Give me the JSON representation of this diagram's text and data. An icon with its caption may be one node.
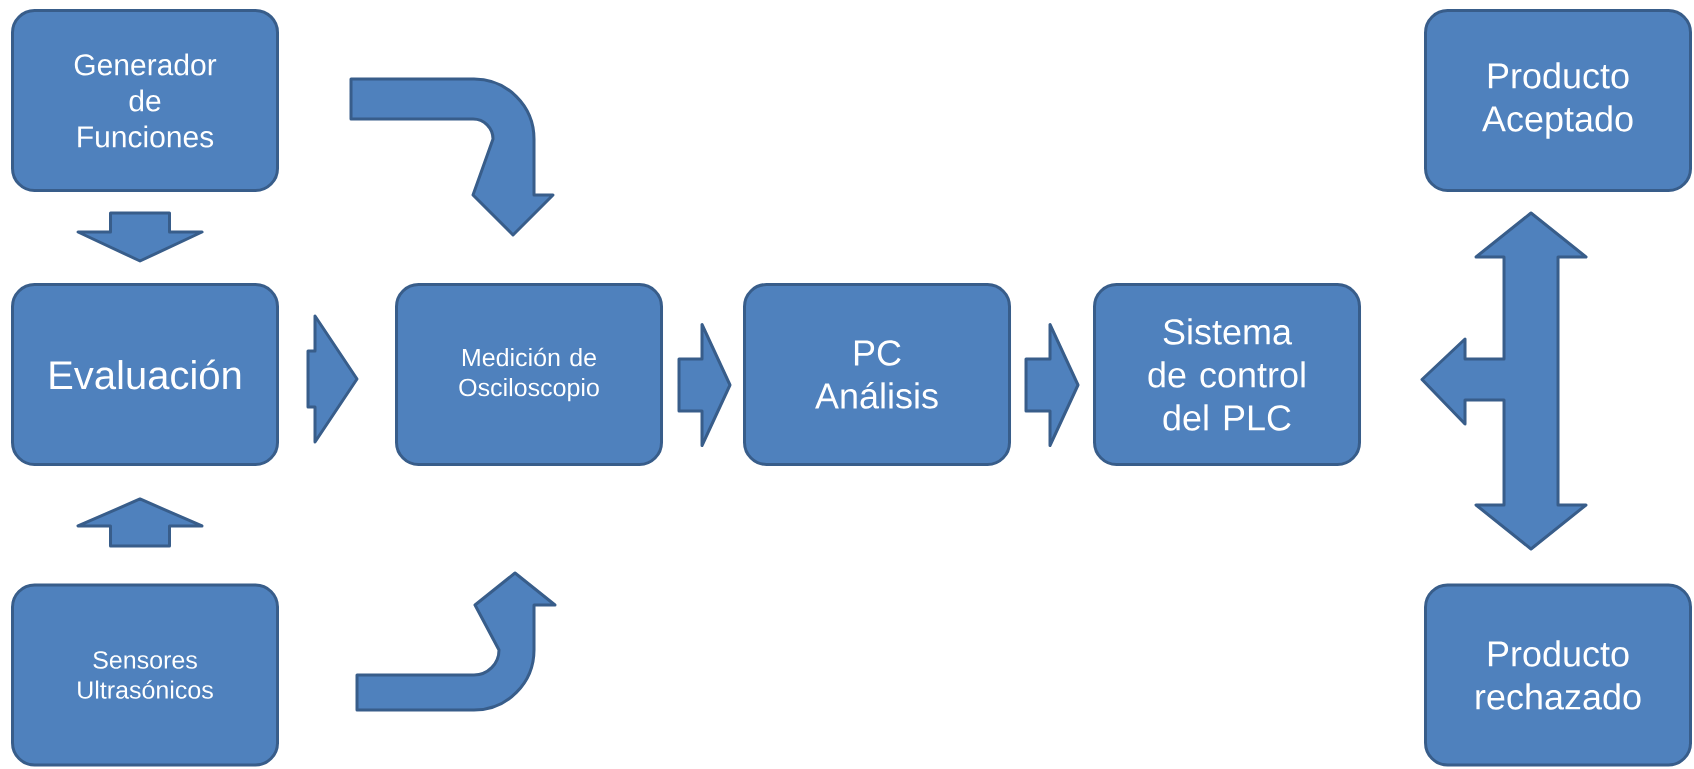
{
  "diagram": {
    "nodes": [
      {
        "text": [
          "Generador de Funciones"
        ]
      },
      {
        "text": [
          "Evaluación"
        ]
      },
      {
        "text": [
          "Sensores Ultrasónicos"
        ]
      },
      {
        "text": [
          "Medición de Osciloscopio"
        ]
      },
      {
        "text": [
          "PC Análisis"
        ]
      },
      {
        "text": [
          "Sistema de control del PLC"
        ]
      },
      {
        "text": [
          "Producto Aceptado"
        ]
      },
      {
        "text": [
          "Producto rechazado"
        ]
      }
    ],
    "edges": [
      {
        "from": 0,
        "to": 1,
        "arrow": "to"
      },
      {
        "from": 2,
        "to": 1,
        "arrow": "to"
      },
      {
        "from": 0,
        "to": 3,
        "arrow": "to"
      },
      {
        "from": 2,
        "to": 3,
        "arrow": "to"
      },
      {
        "from": 1,
        "to": 3,
        "arrow": "to"
      },
      {
        "from": 3,
        "to": 4,
        "arrow": "to"
      },
      {
        "from": 4,
        "to": 5,
        "arrow": "to"
      },
      {
        "from": 5,
        "to": 6,
        "arrow": "both"
      },
      {
        "from": 5,
        "to": 7,
        "arrow": "both"
      }
    ]
  }
}
